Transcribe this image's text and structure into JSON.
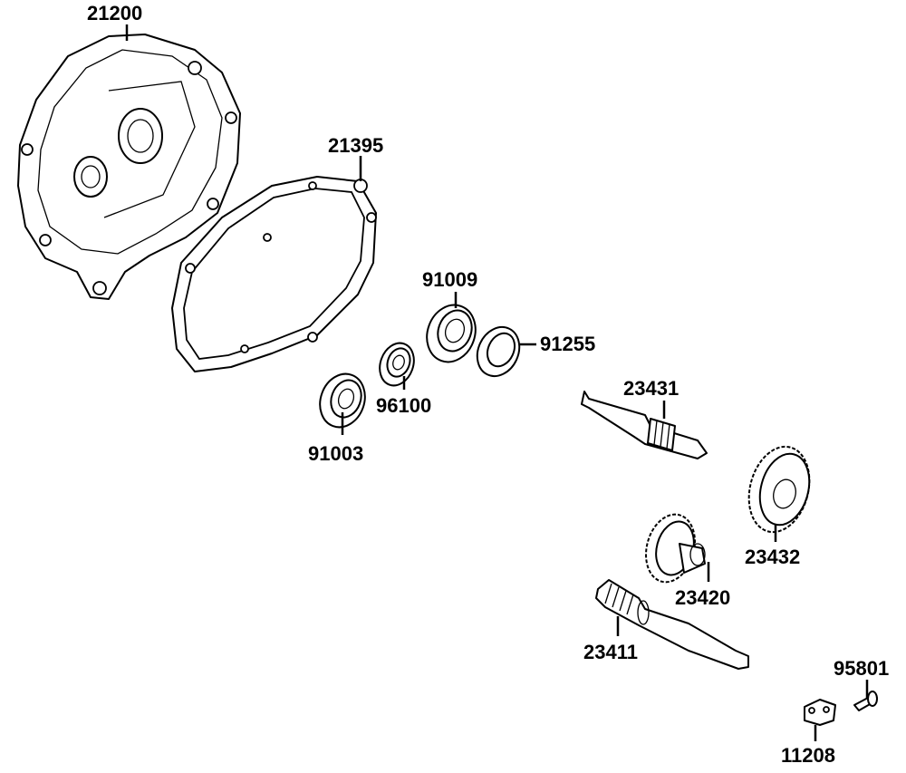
{
  "parts": [
    {
      "number": "21200",
      "name": "case"
    },
    {
      "number": "21395",
      "name": "gasket"
    },
    {
      "number": "91009",
      "name": "bearing"
    },
    {
      "number": "91255",
      "name": "seal"
    },
    {
      "number": "96100",
      "name": "bearing"
    },
    {
      "number": "91003",
      "name": "bearing"
    },
    {
      "number": "23431",
      "name": "shaft"
    },
    {
      "number": "23432",
      "name": "gear"
    },
    {
      "number": "23420",
      "name": "gear"
    },
    {
      "number": "23411",
      "name": "shaft"
    },
    {
      "number": "95801",
      "name": "bolt"
    },
    {
      "number": "11208",
      "name": "bracket"
    }
  ]
}
